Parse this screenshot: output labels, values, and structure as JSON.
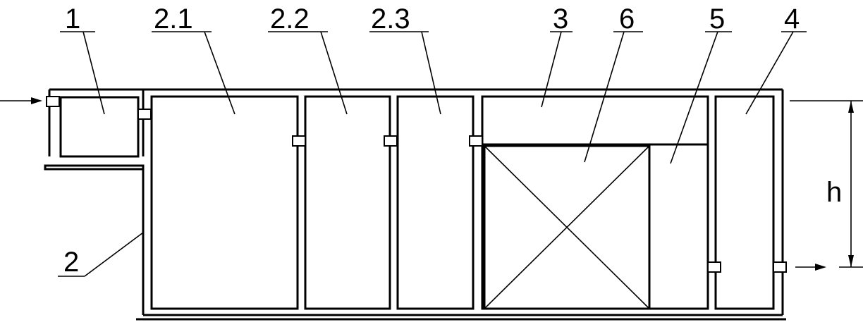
{
  "diagram": {
    "labels": {
      "l1": "1",
      "l21": "2.1",
      "l22": "2.2",
      "l23": "2.3",
      "l3": "3",
      "l6": "6",
      "l5": "5",
      "l4": "4",
      "l2": "2",
      "h": "h"
    }
  }
}
